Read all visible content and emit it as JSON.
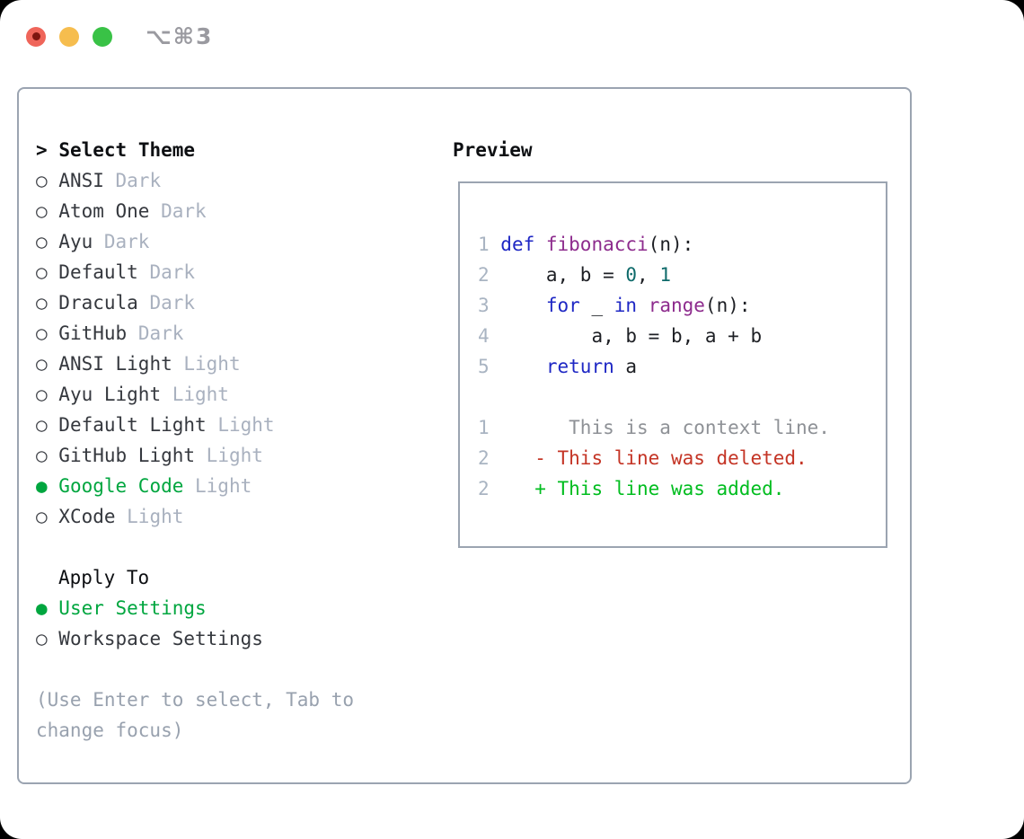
{
  "window": {
    "title": "⌥⌘3"
  },
  "markers": {
    "header": ">",
    "unselected": "○",
    "selected": "●"
  },
  "theme_panel": {
    "header_label": "Select Theme",
    "items": [
      {
        "name": "ANSI",
        "variant": "Dark",
        "selected": false
      },
      {
        "name": "Atom One",
        "variant": "Dark",
        "selected": false
      },
      {
        "name": "Ayu",
        "variant": "Dark",
        "selected": false
      },
      {
        "name": "Default",
        "variant": "Dark",
        "selected": false
      },
      {
        "name": "Dracula",
        "variant": "Dark",
        "selected": false
      },
      {
        "name": "GitHub",
        "variant": "Dark",
        "selected": false
      },
      {
        "name": "ANSI Light",
        "variant": "Light",
        "selected": false
      },
      {
        "name": "Ayu Light",
        "variant": "Light",
        "selected": false
      },
      {
        "name": "Default Light",
        "variant": "Light",
        "selected": false
      },
      {
        "name": "GitHub Light",
        "variant": "Light",
        "selected": false
      },
      {
        "name": "Google Code",
        "variant": "Light",
        "selected": true
      },
      {
        "name": "XCode",
        "variant": "Light",
        "selected": false
      }
    ],
    "apply_to": {
      "label": "Apply To",
      "options": [
        {
          "name": "User Settings",
          "selected": true
        },
        {
          "name": "Workspace Settings",
          "selected": false
        }
      ]
    },
    "help_text": "(Use Enter to select, Tab to\nchange focus)"
  },
  "preview": {
    "title": "Preview",
    "lines": [
      {
        "kind": "code",
        "num": "1",
        "tokens": [
          {
            "t": "def ",
            "c": "kwd"
          },
          {
            "t": "fibonacci",
            "c": "fn"
          },
          {
            "t": "(n):",
            "c": "plain"
          }
        ]
      },
      {
        "kind": "code",
        "num": "2",
        "tokens": [
          {
            "t": "    a, b = ",
            "c": "plain"
          },
          {
            "t": "0",
            "c": "lit"
          },
          {
            "t": ", ",
            "c": "plain"
          },
          {
            "t": "1",
            "c": "lit"
          }
        ]
      },
      {
        "kind": "code",
        "num": "3",
        "tokens": [
          {
            "t": "    ",
            "c": "plain"
          },
          {
            "t": "for",
            "c": "kwd"
          },
          {
            "t": " _ ",
            "c": "plain"
          },
          {
            "t": "in",
            "c": "kwd"
          },
          {
            "t": " ",
            "c": "plain"
          },
          {
            "t": "range",
            "c": "fn"
          },
          {
            "t": "(n):",
            "c": "plain"
          }
        ]
      },
      {
        "kind": "code",
        "num": "4",
        "tokens": [
          {
            "t": "        a, b = b, a + b",
            "c": "plain"
          }
        ]
      },
      {
        "kind": "code",
        "num": "5",
        "tokens": [
          {
            "t": "    ",
            "c": "plain"
          },
          {
            "t": "return",
            "c": "kwd"
          },
          {
            "t": " a",
            "c": "plain"
          }
        ]
      },
      {
        "kind": "blank",
        "num": "",
        "tokens": []
      },
      {
        "kind": "diff-context",
        "num": "1",
        "tokens": [
          {
            "t": "      This is a context line.",
            "c": "ctx"
          }
        ]
      },
      {
        "kind": "diff-deleted",
        "num": "2",
        "tokens": [
          {
            "t": "   - This line was deleted.",
            "c": "del"
          }
        ]
      },
      {
        "kind": "diff-added",
        "num": "2",
        "tokens": [
          {
            "t": "   + This line was added.",
            "c": "add"
          }
        ]
      }
    ]
  },
  "colors": {
    "accent_green": "#00a63f",
    "badge_gray": "#a9b1bf",
    "panel_border": "#9ba4b1",
    "keyword_blue": "#1e27c4",
    "function_purple": "#8d2b8d",
    "literal_teal": "#0e6a6a",
    "diff_deleted_red": "#c43425",
    "diff_added_green": "#00bd1f",
    "diff_context_gray": "#8e9196",
    "traffic_red": "#ef655a",
    "traffic_yellow": "#f6bd4e",
    "traffic_green": "#39c246"
  }
}
